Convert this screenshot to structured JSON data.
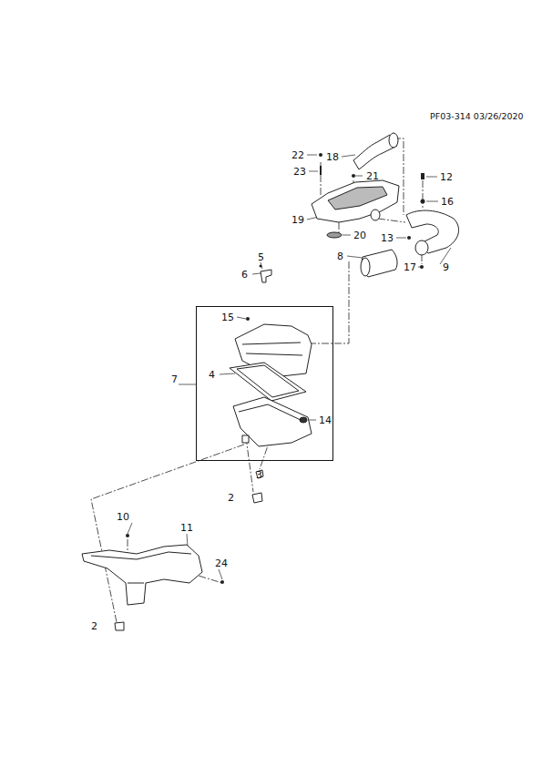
{
  "diagram": {
    "nodes": [
      {
        "text": [
          "7"
        ]
      }
    ],
    "labels": [
      "PF03-314 03/26/2020",
      "22",
      "18",
      "23",
      "21",
      "12",
      "16",
      "19",
      "20",
      "13",
      "8",
      "17",
      "9",
      "5",
      "6",
      "15",
      "4",
      "14",
      "3",
      "2",
      "10",
      "11",
      "24",
      "2"
    ]
  }
}
